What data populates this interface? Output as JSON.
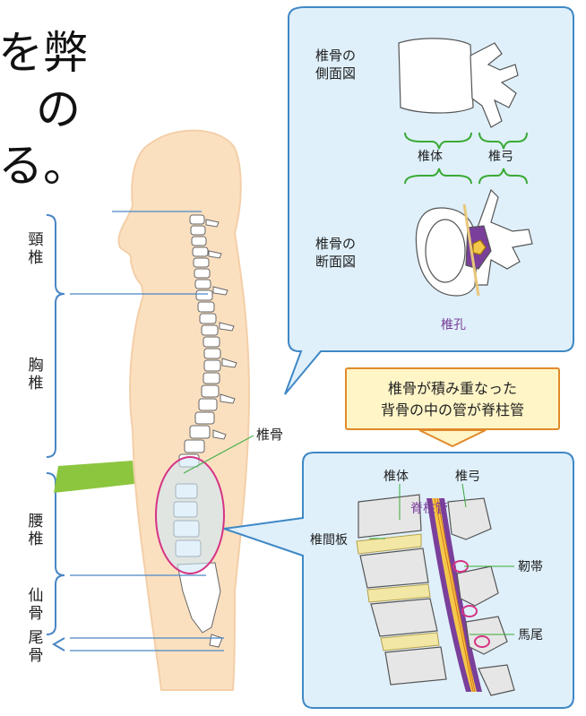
{
  "overlay_text": {
    "line1": "を弊",
    "line2": "の",
    "line3": "る。"
  },
  "spine_regions": {
    "cervical": "頸椎",
    "thoracic": "胸椎",
    "lumbar": "腰椎",
    "sacrum": "仙骨",
    "coccyx": "尾骨"
  },
  "body_label": "椎骨",
  "top_panel": {
    "side_view_label": "椎骨の\n側面図",
    "body_label": "椎体",
    "arch_label": "椎弓",
    "cross_section_label": "椎骨の\n断面図",
    "foramen_label": "椎孔"
  },
  "callout": {
    "line1": "椎骨が積み重なった",
    "line2": "背骨の中の管が脊柱管"
  },
  "bottom_panel": {
    "body_label": "椎体",
    "arch_label": "椎弓",
    "canal_label": "脊柱管",
    "disc_label": "椎間板",
    "ligament_label": "靭帯",
    "cauda_label": "馬尾"
  },
  "colors": {
    "skin": "#fbe0c0",
    "panel_fill": "#dff0fb",
    "panel_border": "#3f88c5",
    "green_bar": "#8cc63f",
    "callout_border": "#e08a2a",
    "purple": "#7a3f9a"
  }
}
